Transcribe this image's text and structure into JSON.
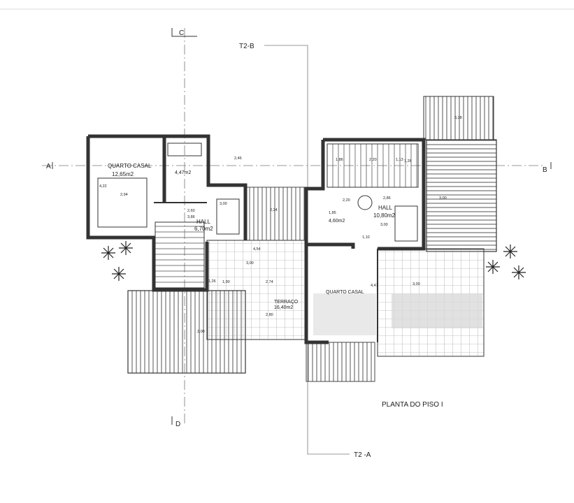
{
  "title": "PLANTA DO PISO I",
  "section_markers": {
    "a": "A",
    "b": "B",
    "c": "C",
    "d": "D",
    "t2b": "T2-B",
    "t2a": "T2 -A"
  },
  "rooms": {
    "quarto_casal_left": {
      "name": "QUARTO CASAL",
      "area": "12,65m2"
    },
    "wc_left": {
      "area": "4,47m2"
    },
    "hall_left": {
      "name": "HALL",
      "area": "6,70m2"
    },
    "hall_right": {
      "name": "HALL",
      "area": "10,80m2"
    },
    "wc_right": {
      "area": "4,60m2"
    },
    "terraco": {
      "name": "TERRAÇO",
      "area": "16,40m2"
    },
    "quarto_casal_right": {
      "name": "QUARTO CASAL"
    }
  },
  "dimensions": {
    "d1": "2,94",
    "d2": "4,22",
    "d3": "2,46",
    "d4": "2,24",
    "d5": "3,86",
    "d6": "3,00",
    "d7": "2,60",
    "d8": "1,26",
    "d9": "1,86",
    "d10": "2,20",
    "d11": "1,13",
    "d12": "1,26",
    "d13": "2,86",
    "d14": "3,00",
    "d15": "3,00",
    "d16": "1,10",
    "d17": "1,85",
    "d18": "3,00",
    "d19": "3,00",
    "d20": "2,00",
    "d21": "1,90",
    "d22": "2,74",
    "d23": "3,28",
    "d24": "4,54",
    "d25": "2,20",
    "d26": "4,47",
    "d27": "2,80"
  }
}
